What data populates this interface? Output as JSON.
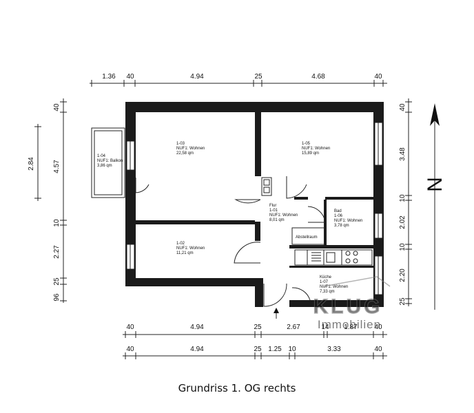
{
  "caption": "Grundriss 1. OG rechts",
  "north_label": "N",
  "watermark": {
    "line1": "KLUG",
    "line2": "Immobilien"
  },
  "dimensions": {
    "top": [
      "1.36",
      "40",
      "4.94",
      "25",
      "4.68",
      "40"
    ],
    "bottom1": [
      "40",
      "4.94",
      "25",
      "2.67",
      "14",
      "1.87",
      "40"
    ],
    "bottom2": [
      "40",
      "4.94",
      "25",
      "1.25",
      "10",
      "3.33",
      "40"
    ],
    "left_outer": [
      "2.84"
    ],
    "left_inner": [
      "40",
      "4.57",
      "10",
      "2.27",
      "25",
      "96"
    ],
    "right": [
      "40",
      "3.48",
      "10",
      "2.02",
      "10",
      "2.20",
      "25"
    ]
  },
  "rooms": [
    {
      "id": "1-04",
      "use": "NUF1: Balkon",
      "area": "3,86 qm"
    },
    {
      "id": "1-03",
      "use": "NUF1: Wohnen",
      "area": "22,58 qm"
    },
    {
      "id": "1-05",
      "use": "NUF1: Wohnen",
      "area": "15,89 qm"
    },
    {
      "name": "Flur",
      "id": "1-01",
      "use": "NUF1: Wohnen",
      "area": "8,01 qm"
    },
    {
      "name": "Bad",
      "id": "1-06",
      "use": "NUF1: Wohnen",
      "area": "3,78 qm"
    },
    {
      "id": "1-02",
      "use": "NUF1: Wohnen",
      "area": "11,21 qm"
    },
    {
      "name": "Küche",
      "id": "1-07",
      "use": "NUF1: Wohnen",
      "area": "7,33 qm"
    }
  ],
  "storage_label": "Abstellraum"
}
